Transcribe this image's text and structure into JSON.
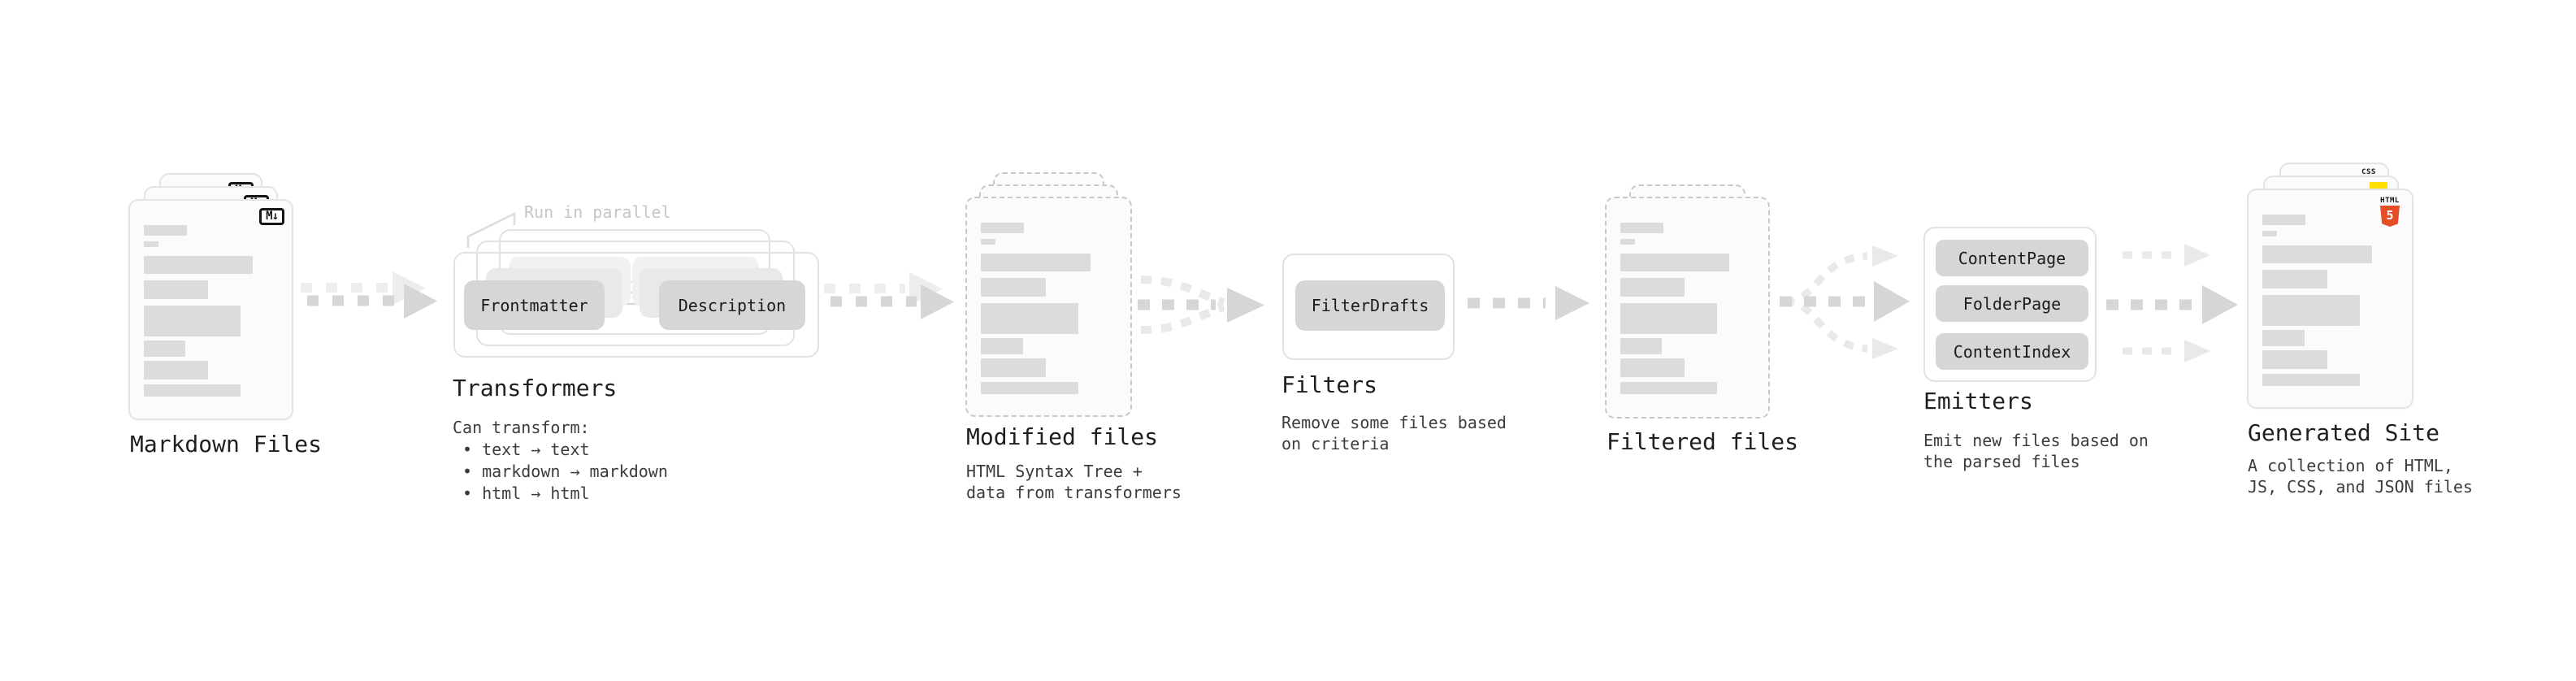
{
  "stages": {
    "markdown": {
      "label": "Markdown Files",
      "badge": "M↓"
    },
    "transformers": {
      "label": "Transformers",
      "note": "Run in parallel",
      "chips": [
        "Frontmatter",
        "Description"
      ],
      "sub_intro": "Can transform:",
      "bullets": [
        "• text → text",
        "• markdown → markdown",
        "• html → html"
      ]
    },
    "modified": {
      "label": "Modified files",
      "subtitle": "HTML Syntax Tree +\ndata from transformers"
    },
    "filters": {
      "label": "Filters",
      "chips": [
        "FilterDrafts"
      ],
      "subtitle": "Remove some files based\non criteria"
    },
    "filtered": {
      "label": "Filtered files"
    },
    "emitters": {
      "label": "Emitters",
      "chips": [
        "ContentPage",
        "FolderPage",
        "ContentIndex"
      ],
      "subtitle": "Emit new files based on\nthe parsed files"
    },
    "generated": {
      "label": "Generated Site",
      "subtitle": "A collection of HTML,\nJS, CSS, and JSON files",
      "badges": {
        "html5_text": "HTML",
        "html5_five": "5",
        "css_text": "CSS"
      }
    }
  },
  "colors": {
    "canvas_bg": "#ffffff",
    "card_bg": "#fbfbfb",
    "card_border": "#e4e4e4",
    "dashed_border": "#c8c8c8",
    "panel_border": "#e2e2e2",
    "bar": "#dcdcdc",
    "chip_bg": "#d6d6d6",
    "chip_text": "#1b1b1b",
    "ghost_chip_1": "#e9e9e9",
    "ghost_chip_2": "#f1f1f1",
    "title": "#1f1f1f",
    "subtitle": "#3c3c3c",
    "note": "#c6c6c6",
    "arrow": "#d6d6d6",
    "arrow_ghost": "#ededed",
    "arrow_faint": "#e9e9e9",
    "inner_arrow": "#d8d8d8",
    "badge_border": "#141414",
    "html5_orange": "#e44d26",
    "js_yellow": "#ffdf00",
    "css_blue": "#2d6ff2"
  }
}
